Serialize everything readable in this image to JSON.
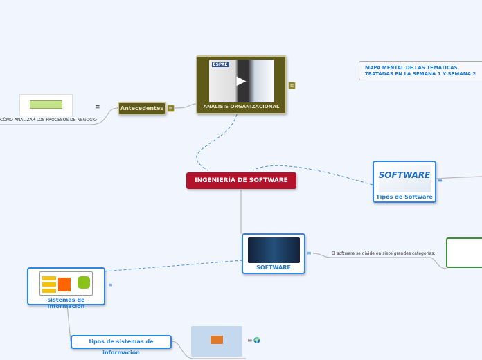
{
  "root": {
    "label": "INGENIERÍA DE SOFTWARE"
  },
  "title_note": "MAPA MENTAL DE LAS TEMATICAS TRATADAS EN LA SEMANA 1 Y SEMANA 2",
  "nodes": {
    "analisis": "ANÁLISIS ORGANIZACIONAL",
    "antecedentes": "Antecedentes",
    "procesos": "CÓMO ANALIZAR LOS PROCESOS DE NEGOCIO",
    "tipos_software": "Tipos de Software",
    "software": "SOFTWARE",
    "software_desc": "El software se divide en siete grandes categorías:",
    "sistemas": "sistemas de información",
    "tipos_sistemas": "tipos de sistemas de información",
    "software_img_text": "SOFTWARE",
    "video_logo": "ESPAE"
  },
  "icons": {
    "menu": "≡",
    "globe": "🌍",
    "play": "▶"
  },
  "colors": {
    "root": "#b3122b",
    "olive": "#5f5a1a",
    "blue": "#2d86e0"
  }
}
